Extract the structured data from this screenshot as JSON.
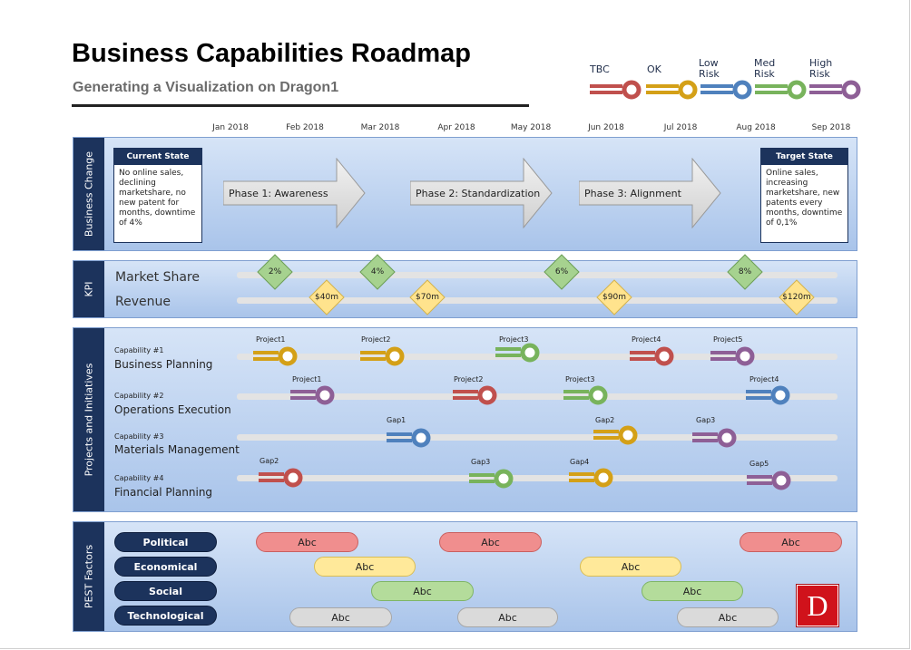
{
  "header": {
    "title": "Business Capabilities Roadmap",
    "subtitle": "Generating a Visualization on Dragon1"
  },
  "legend": [
    {
      "label": "TBC",
      "color": "#c0504d"
    },
    {
      "label": "OK",
      "color": "#d4a017"
    },
    {
      "label": "Low\nRisk",
      "color": "#4f81bd"
    },
    {
      "label": "Med\nRisk",
      "color": "#78b35c"
    },
    {
      "label": "High\nRisk",
      "color": "#8e5f96"
    }
  ],
  "months": [
    "Jan 2018",
    "Feb 2018",
    "Mar 2018",
    "Apr 2018",
    "May 2018",
    "Jun 2018",
    "Jul 2018",
    "Aug 2018",
    "Sep 2018"
  ],
  "business_change": {
    "tab_label": "Business Change",
    "current_state": {
      "heading": "Current State",
      "text": "No online sales, declining marketshare, no new patent for months, downtime of 4%"
    },
    "target_state": {
      "heading": "Target State",
      "text": "Online sales, increasing marketshare, new patents every months, downtime of 0,1%"
    },
    "phases": [
      "Phase 1: Awareness",
      "Phase 2: Standardization",
      "Phase 3: Alignment"
    ]
  },
  "kpi": {
    "tab_label": "KPI",
    "rows": [
      {
        "label": "Market Share",
        "values": [
          "2%",
          "4%",
          "6%",
          "8%"
        ]
      },
      {
        "label": "Revenue",
        "values": [
          "$40m",
          "$70m",
          "$90m",
          "$120m"
        ]
      }
    ]
  },
  "projects": {
    "tab_label": "Projects and Initiatives",
    "capabilities": [
      {
        "number": "Capability #1",
        "name": "Business Planning",
        "markers": [
          {
            "label": "Project1",
            "color": "#d4a017"
          },
          {
            "label": "Project2",
            "color": "#d4a017"
          },
          {
            "label": "Project3",
            "color": "#78b35c"
          },
          {
            "label": "Project4",
            "color": "#c0504d"
          },
          {
            "label": "Project5",
            "color": "#8e5f96"
          }
        ]
      },
      {
        "number": "Capability #2",
        "name": "Operations Execution",
        "markers": [
          {
            "label": "Project1",
            "color": "#8e5f96"
          },
          {
            "label": "Project2",
            "color": "#c0504d"
          },
          {
            "label": "Project3",
            "color": "#78b35c"
          },
          {
            "label": "Project4",
            "color": "#4f81bd"
          }
        ]
      },
      {
        "number": "Capability #3",
        "name": "Materials Management",
        "markers": [
          {
            "label": "Gap1",
            "color": "#4f81bd"
          },
          {
            "label": "Gap2",
            "color": "#d4a017"
          },
          {
            "label": "Gap3",
            "color": "#8e5f96"
          }
        ]
      },
      {
        "number": "Capability #4",
        "name": "Financial Planning",
        "markers": [
          {
            "label": "Gap2",
            "color": "#c0504d"
          },
          {
            "label": "Gap3",
            "color": "#78b35c"
          },
          {
            "label": "Gap4",
            "color": "#d4a017"
          },
          {
            "label": "Gap5",
            "color": "#8e5f96"
          }
        ]
      }
    ]
  },
  "pest": {
    "tab_label": "PEST Factors",
    "rows": [
      {
        "label": "Political",
        "pills": [
          "Abc",
          "Abc",
          "Abc"
        ],
        "color": "red"
      },
      {
        "label": "Economical",
        "pills": [
          "Abc",
          "Abc"
        ],
        "color": "yellow"
      },
      {
        "label": "Social",
        "pills": [
          "Abc",
          "Abc"
        ],
        "color": "green"
      },
      {
        "label": "Technological",
        "pills": [
          "Abc",
          "Abc",
          "Abc"
        ],
        "color": "gray"
      }
    ]
  },
  "logo": {
    "letter": "D"
  }
}
